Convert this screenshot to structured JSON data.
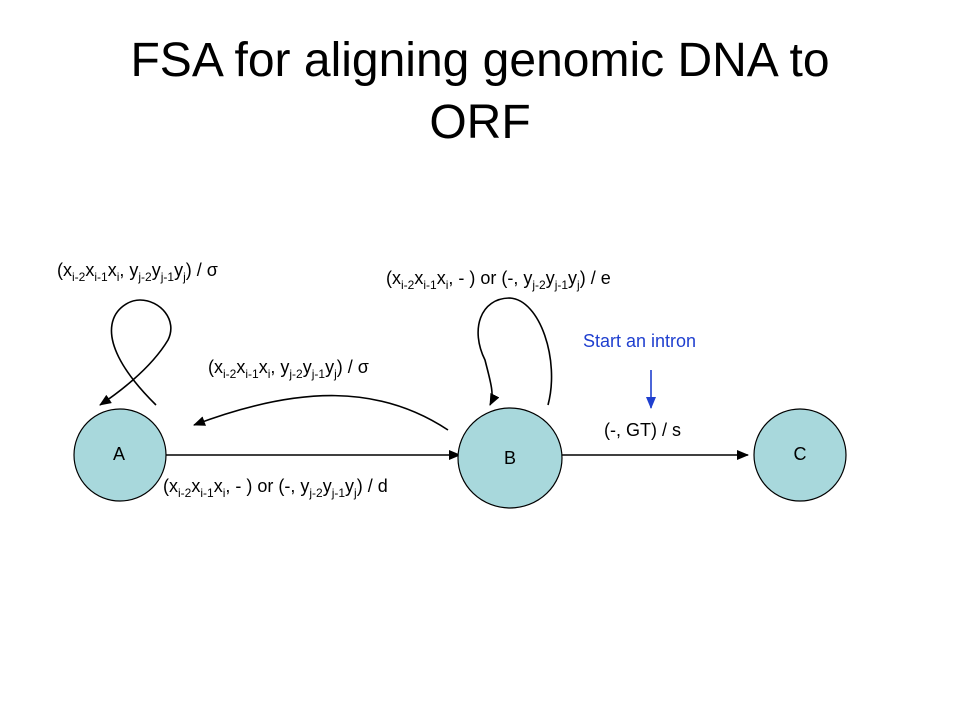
{
  "slide": {
    "title_line1": "FSA for aligning genomic DNA to",
    "title_line2": "ORF"
  },
  "nodes": {
    "a": "A",
    "b": "B",
    "c": "C"
  },
  "text": {
    "x": "x",
    "y": "y",
    "open": "(",
    "comma": ", ",
    "close": ")",
    "slash": " / ",
    "sigma": "σ",
    "dash_close": ", - )",
    "or_open": " or (-, ",
    "sub_i2": "i-2",
    "sub_i1": "i-1",
    "sub_i": "i",
    "sub_j2": "j-2",
    "sub_j1": "j-1",
    "sub_j": "j"
  },
  "edge_labels": {
    "d_weight": "d",
    "e_weight": "e",
    "bc_label": "(-, GT) / s",
    "intron_note": "Start an intron"
  },
  "colors": {
    "node_fill": "#a8d8dc",
    "node_stroke": "#000000",
    "annotation_blue": "#1f3fcf"
  }
}
